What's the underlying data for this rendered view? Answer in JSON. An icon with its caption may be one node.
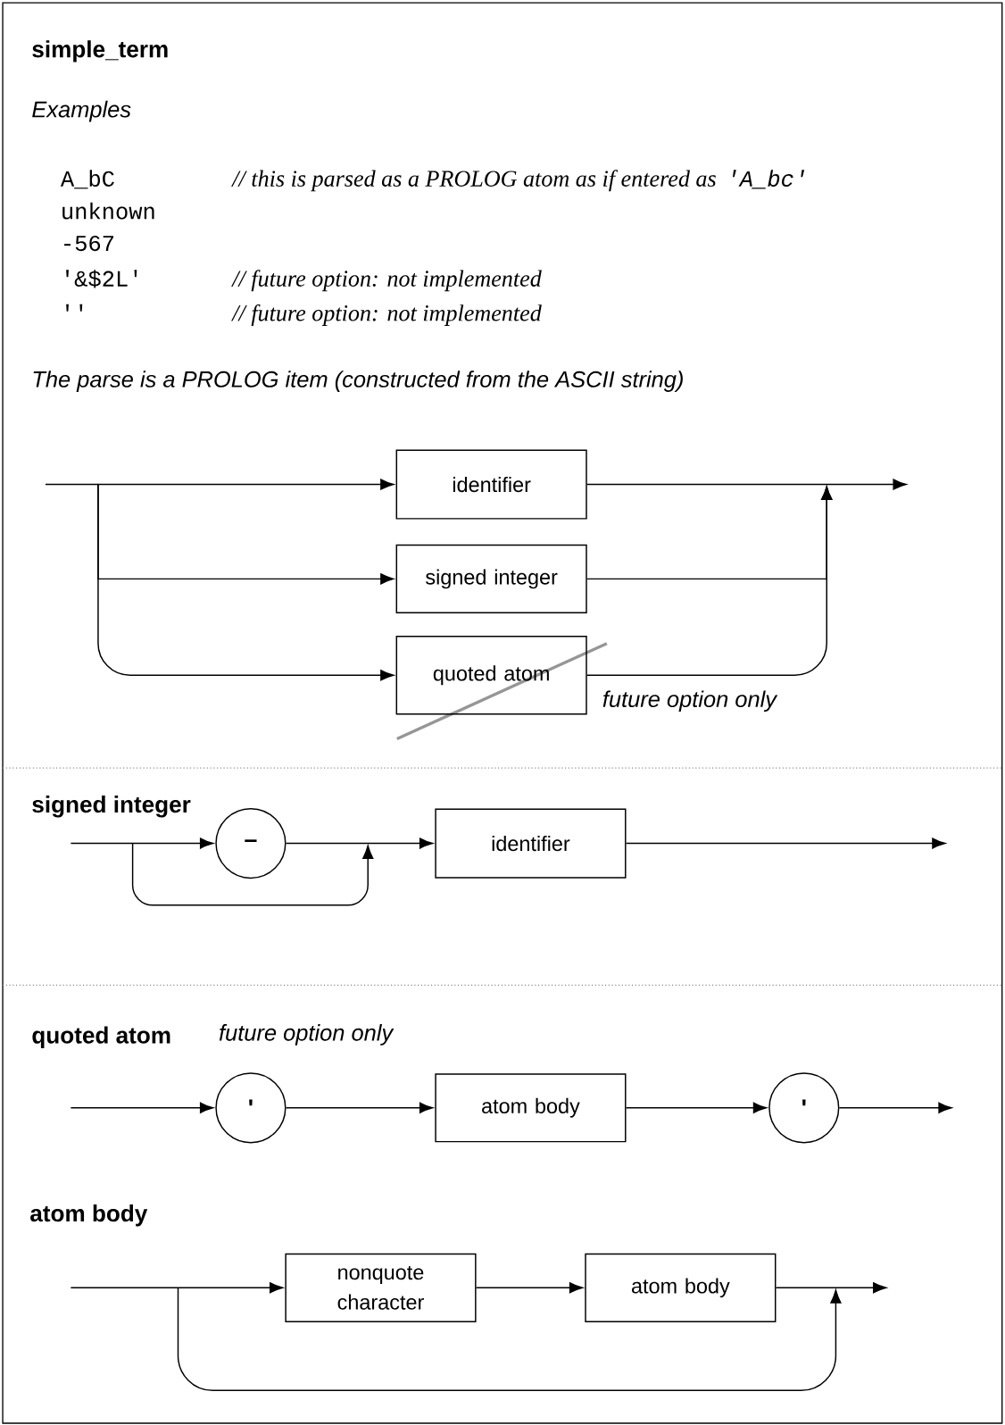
{
  "diagram": {
    "title": "simple_term",
    "nodes": [
      {
        "text": [
          "identifier"
        ]
      },
      {
        "text": [
          "signed integer"
        ]
      },
      {
        "text": [
          "quoted atom"
        ],
        "beside": [
          "future option only"
        ]
      },
      {
        "text": [
          "–"
        ]
      },
      {
        "text": [
          "identifier"
        ]
      },
      {
        "text": [
          "'"
        ]
      },
      {
        "text": [
          "atom body"
        ]
      },
      {
        "text": [
          "'"
        ]
      },
      {
        "text": [
          "nonquote character"
        ]
      },
      {
        "text": [
          "atom body"
        ]
      }
    ],
    "edges": [
      {
        "from": null,
        "to": 0,
        "arrow": "to"
      },
      {
        "from": null,
        "to": 1,
        "arrow": "to"
      },
      {
        "from": null,
        "to": 2,
        "arrow": "to"
      },
      {
        "from": 0,
        "to": null,
        "arrow": "to"
      },
      {
        "from": 1,
        "to": null,
        "arrow": "to"
      },
      {
        "from": 2,
        "to": null,
        "arrow": "to"
      },
      {
        "from": null,
        "to": 3,
        "arrow": "to"
      },
      {
        "from": 3,
        "to": 4,
        "arrow": "to"
      },
      {
        "from": 4,
        "to": null,
        "arrow": "to"
      },
      {
        "from": null,
        "to": 5,
        "arrow": "to"
      },
      {
        "from": 5,
        "to": 6,
        "arrow": "to"
      },
      {
        "from": 6,
        "to": 7,
        "arrow": "to"
      },
      {
        "from": 7,
        "to": null,
        "arrow": "to"
      },
      {
        "from": null,
        "to": 8,
        "arrow": "to"
      },
      {
        "from": 8,
        "to": 9,
        "arrow": "to"
      },
      {
        "from": 9,
        "to": null,
        "arrow": "to"
      }
    ],
    "labels": [
      "Examples",
      "A_bC",
      "// this is parsed as a PROLOG atom as if entered as",
      "'A_bc'",
      "unknown",
      "-567",
      "'&$2L'",
      "// future option: not implemented",
      "''",
      "// future option: not implemented",
      "The parse is a PROLOG item (constructed from the ASCII string)",
      "signed integer",
      "quoted atom",
      "future option only",
      "atom body"
    ]
  }
}
